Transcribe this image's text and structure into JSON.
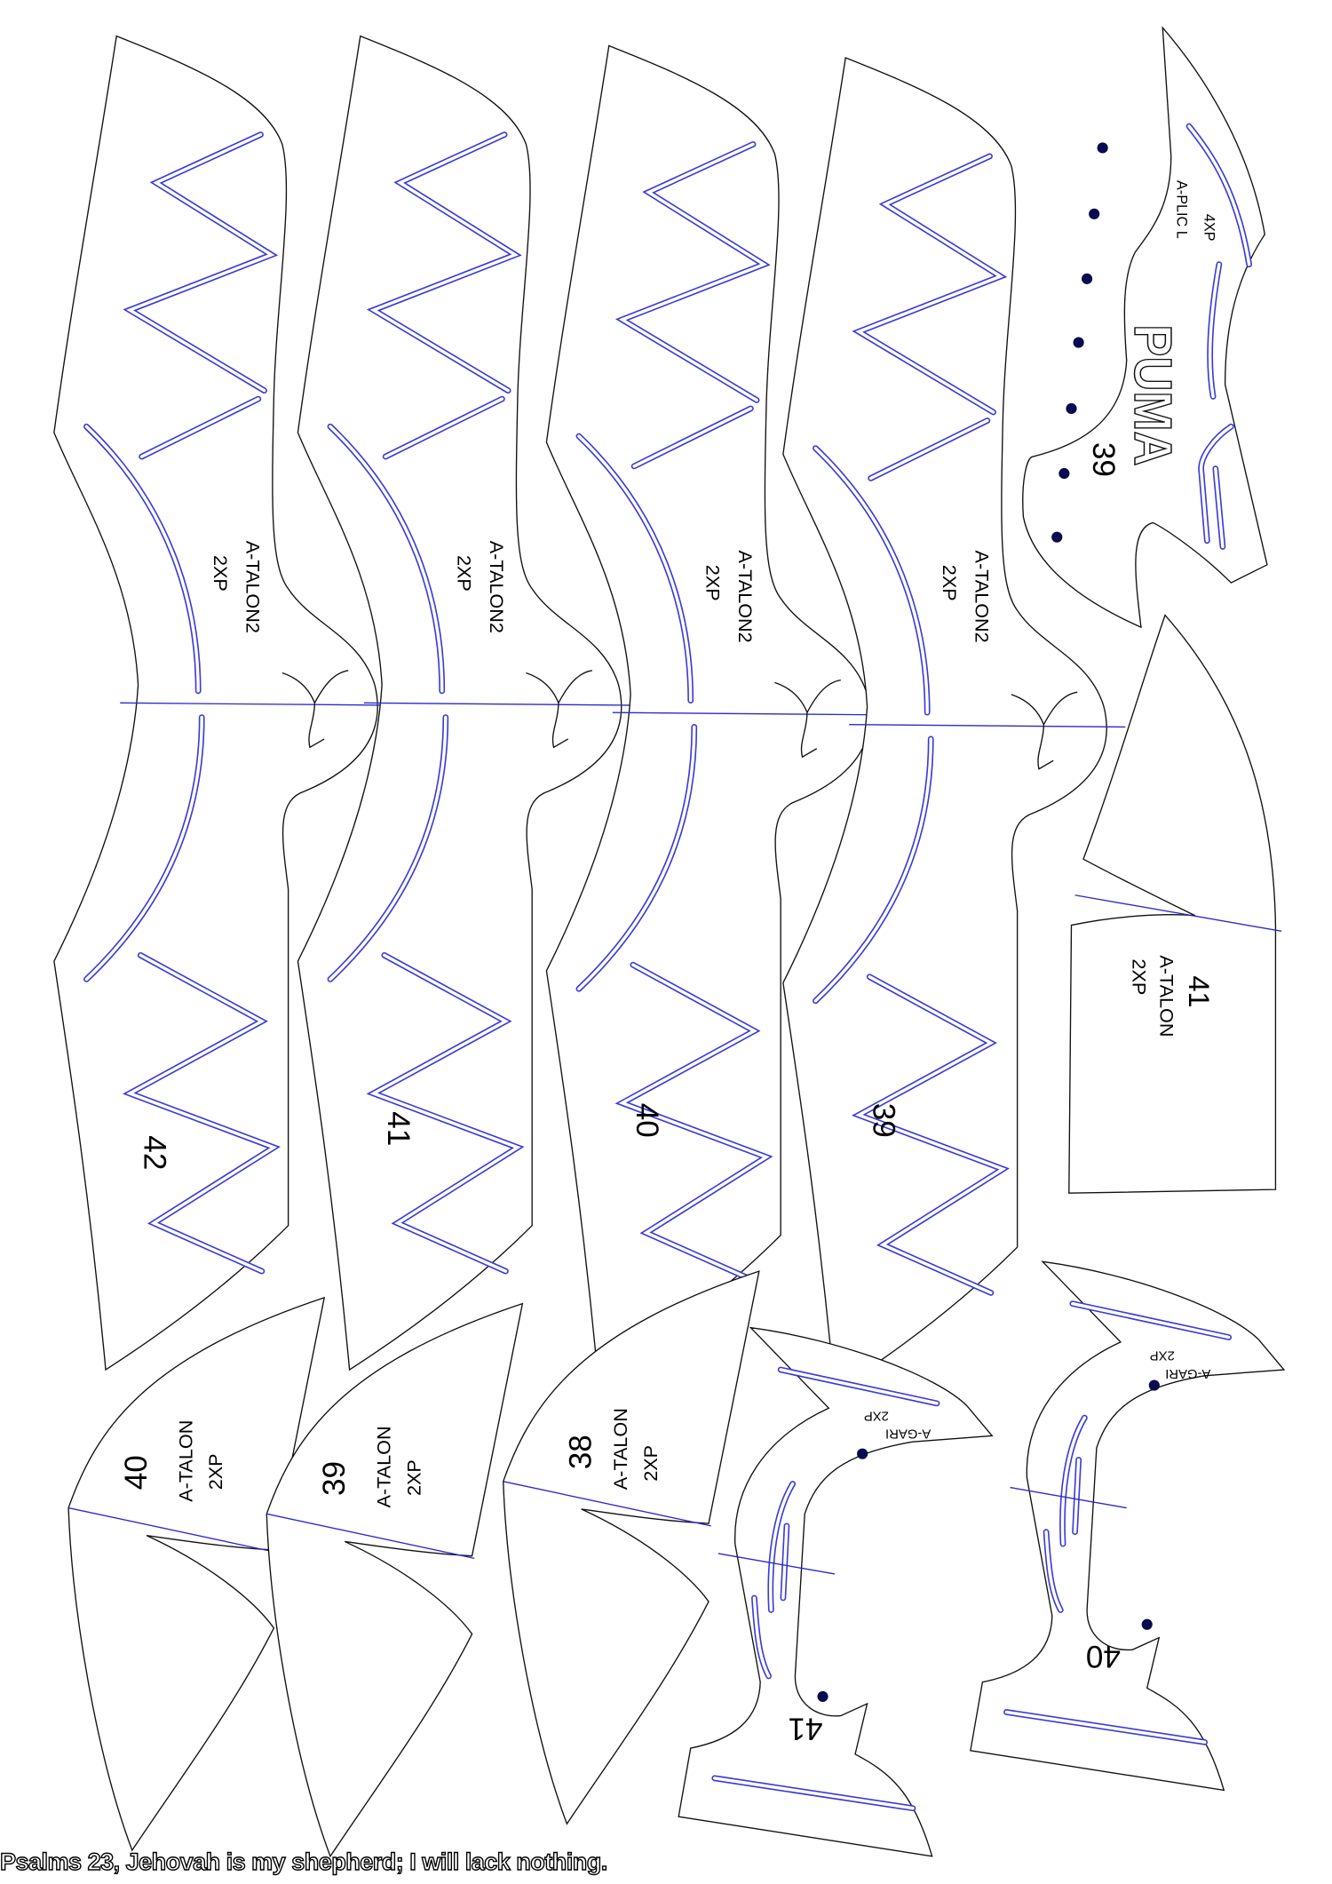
{
  "talon2_pieces": [
    {
      "name": "A-TALON2",
      "qty": "2XP",
      "size": "42"
    },
    {
      "name": "A-TALON2",
      "qty": "2XP",
      "size": "41"
    },
    {
      "name": "A-TALON2",
      "qty": "2XP",
      "size": "40"
    },
    {
      "name": "A-TALON2",
      "qty": "2XP",
      "size": "39"
    }
  ],
  "aplic": {
    "name": "A-PLIC L",
    "qty": "4XP",
    "size": "39",
    "logo_text": "PUMA"
  },
  "talon_right": {
    "name": "A-TALON",
    "qty": "2XP",
    "size": "41"
  },
  "talon_bottom": [
    {
      "name": "A-TALON",
      "qty": "2XP",
      "size": "40"
    },
    {
      "name": "A-TALON",
      "qty": "2XP",
      "size": "39"
    },
    {
      "name": "A-TALON",
      "qty": "2XP",
      "size": "38"
    }
  ],
  "gari": [
    {
      "name": "A-GARI",
      "qty": "2XP",
      "size": "41"
    },
    {
      "name": "A-GARI",
      "qty": "2XP",
      "size": "40"
    }
  ],
  "colors": {
    "outline": "#111111",
    "guide": "#3a3ad8",
    "dot": "#0a0a50"
  },
  "caption": "Psalms 23, Jehovah is my shepherd; I will lack nothing."
}
